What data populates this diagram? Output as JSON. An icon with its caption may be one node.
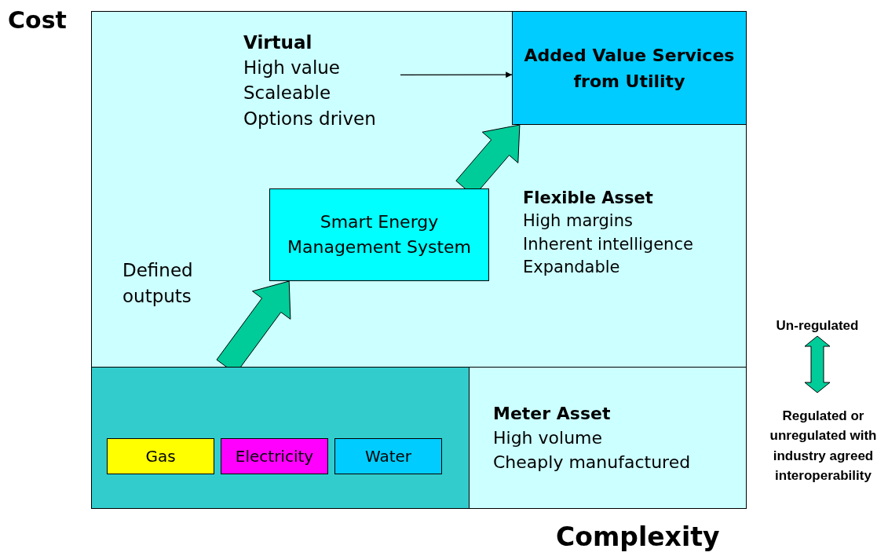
{
  "diagram": {
    "nodes": [
      {
        "text": [
          "Virtual",
          "High value",
          "Scaleable",
          "Options driven"
        ]
      },
      {
        "text": [
          "Added Value Services from Utility"
        ]
      },
      {
        "text": [
          "Smart Energy Management System"
        ]
      },
      {
        "text": [
          "Flexible Asset",
          "High margins",
          "Inherent intelligence",
          "Expandable"
        ]
      },
      {
        "text": [
          "Defined outputs"
        ]
      },
      {
        "text": [],
        "shape": "box"
      },
      {
        "text": [
          "Gas"
        ],
        "in": 5
      },
      {
        "text": [
          "Electricity"
        ],
        "in": 5
      },
      {
        "text": [
          "Water"
        ],
        "in": 5
      },
      {
        "text": [
          "Meter Asset",
          "High volume",
          "Cheaply manufactured"
        ]
      },
      {
        "text": [
          "Un-regulated"
        ]
      },
      {
        "text": [
          "Regulated or unregulated with industry agreed interoperability"
        ]
      }
    ],
    "edges": [
      {
        "from": 0,
        "to": 1,
        "arrow": "to"
      },
      {
        "from": 5,
        "to": 2,
        "arrow": "to",
        "style": "thick",
        "color": "#00cc99"
      },
      {
        "from": 2,
        "to": 1,
        "arrow": "to",
        "style": "thick",
        "color": "#00cc99"
      },
      {
        "from": 10,
        "to": 11,
        "arrow": "both",
        "style": "thick",
        "color": "#00cc99"
      }
    ],
    "labels": [
      "Cost",
      "Complexity"
    ]
  }
}
